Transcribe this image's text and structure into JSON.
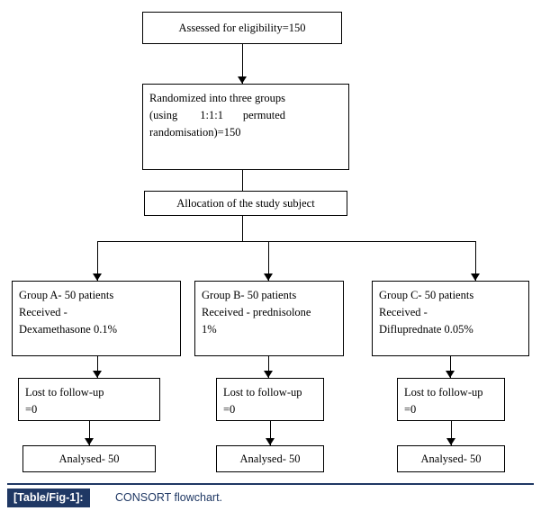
{
  "figure": {
    "caption_tag": "[Table/Fig-1]:",
    "caption_text": "CONSORT flowchart."
  },
  "flowchart": {
    "nodes": {
      "assessed": {
        "line1": "Assessed for eligibility=150"
      },
      "randomized": {
        "line1": "Randomized into three groups",
        "line2": "(using        1:1:1       permuted",
        "line3": "randomisation)=150"
      },
      "allocation": {
        "line1": "Allocation of the study subject"
      },
      "group_a": {
        "line1": "Group A- 50 patients",
        "line2": "Received -",
        "line3": "Dexamethasone 0.1%"
      },
      "group_b": {
        "line1": "Group B- 50 patients",
        "line2": "Received - prednisolone",
        "line3": "1%"
      },
      "group_c": {
        "line1": "Group C- 50 patients",
        "line2": "Received -",
        "line3": "Difluprednate 0.05%"
      },
      "lost_a": {
        "line1": "Lost to follow-up",
        "line2": "=0"
      },
      "lost_b": {
        "line1": "Lost to follow-up",
        "line2": "=0"
      },
      "lost_c": {
        "line1": "Lost to follow-up",
        "line2": "=0"
      },
      "analysed_a": {
        "line1": "Analysed- 50"
      },
      "analysed_b": {
        "line1": "Analysed- 50"
      },
      "analysed_c": {
        "line1": "Analysed- 50"
      }
    },
    "colors": {
      "line": "#000000",
      "box_border": "#000000",
      "caption_accent": "#1f3864",
      "background": "#ffffff"
    }
  }
}
